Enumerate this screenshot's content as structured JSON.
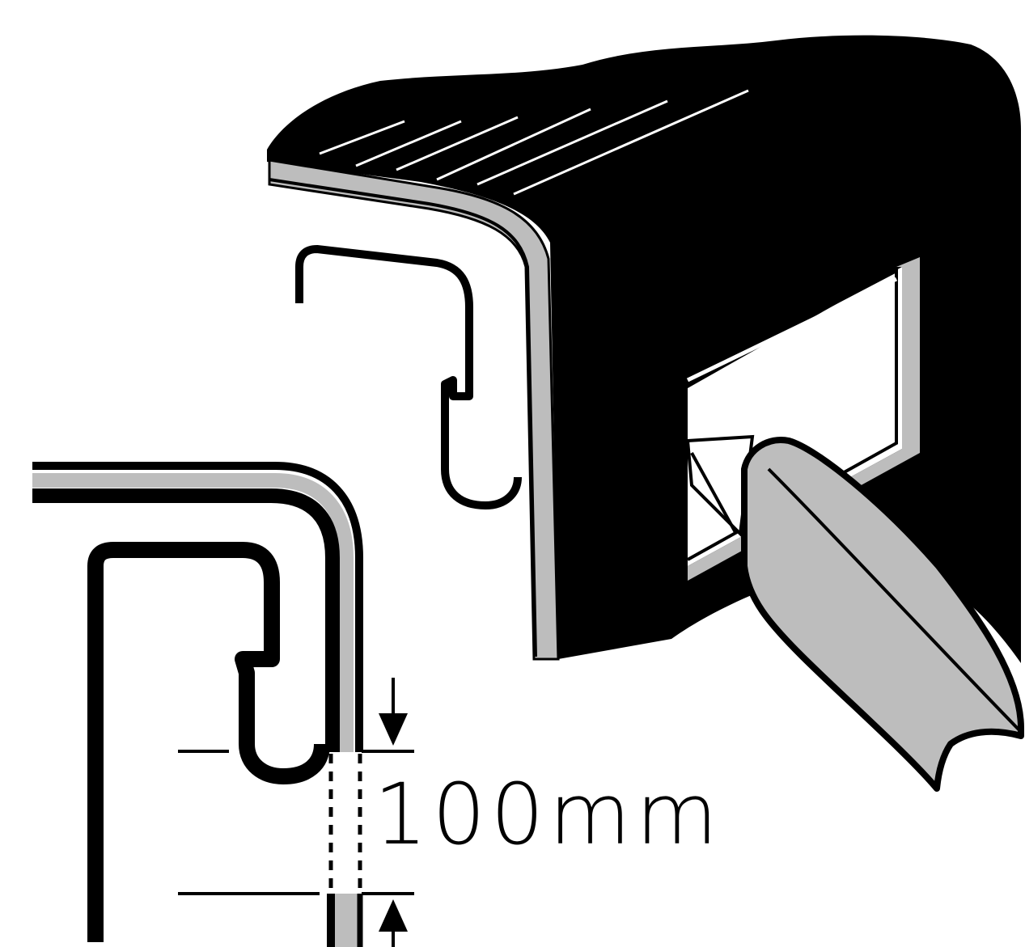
{
  "dimension": {
    "value_label": "100mm",
    "value": 100,
    "unit": "mm"
  },
  "colors": {
    "ink": "#000000",
    "panel_grey": "#bdbdbd",
    "paper": "#ffffff"
  }
}
